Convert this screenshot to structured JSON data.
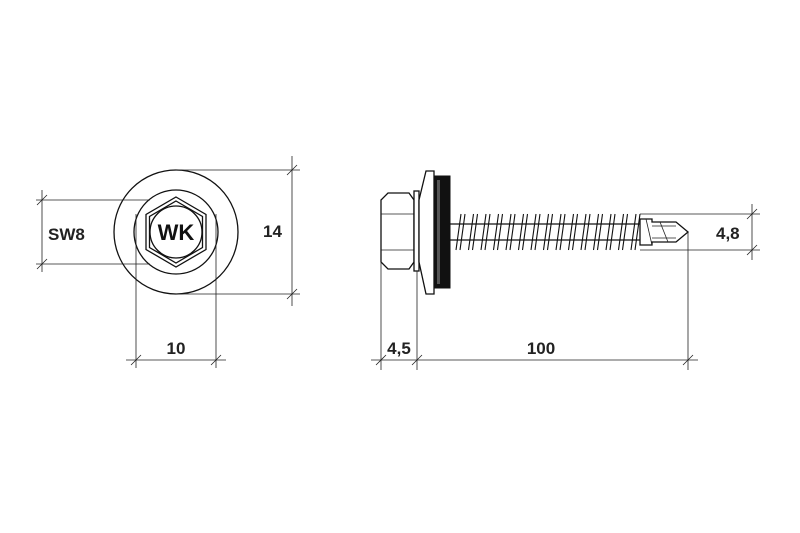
{
  "front_view": {
    "logo": "WK",
    "dimensions": {
      "wrench_size": "SW8",
      "hex_width": "10",
      "washer_diameter": "14"
    }
  },
  "side_view": {
    "dimensions": {
      "head_height": "4,5",
      "length": "100",
      "thread_diameter": "4,8"
    }
  },
  "colors": {
    "line": "#111111",
    "seal": "#111111",
    "background": "#ffffff"
  }
}
